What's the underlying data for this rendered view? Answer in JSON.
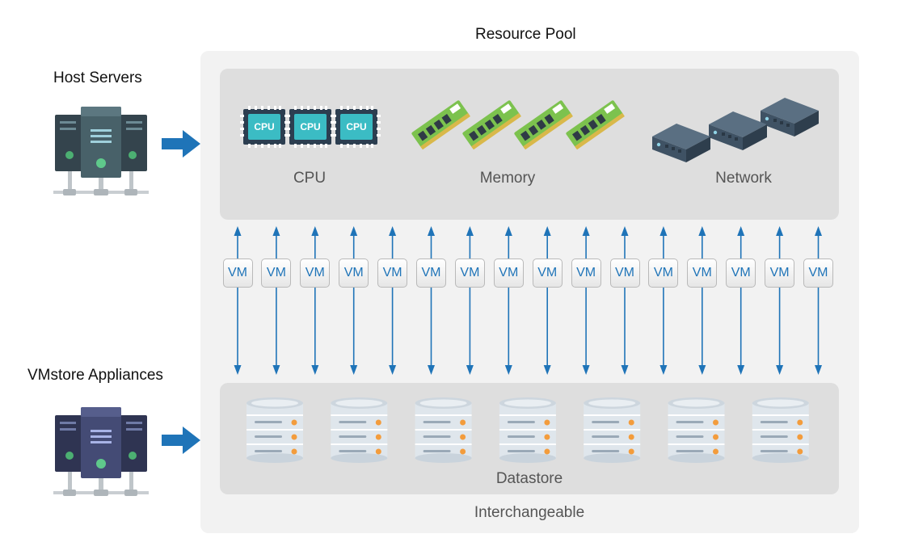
{
  "left": {
    "host_servers_label": "Host Servers",
    "vmstore_label": "VMstore Appliances"
  },
  "pool": {
    "title": "Resource Pool",
    "footer": "Interchangeable",
    "compute": {
      "cpu_label": "CPU",
      "memory_label": "Memory",
      "network_label": "Network",
      "chip_text": "CPU"
    },
    "datastore_label": "Datastore"
  },
  "vms": [
    "VM",
    "VM",
    "VM",
    "VM",
    "VM",
    "VM",
    "VM",
    "VM",
    "VM",
    "VM",
    "VM",
    "VM",
    "VM",
    "VM",
    "VM",
    "VM"
  ],
  "colors": {
    "arrow_blue": "#1f74b8",
    "chip_teal": "#3bbcc4",
    "ram_green": "#7cc24e",
    "switch_slate": "#3f5264",
    "host_server": "#3c4e58",
    "vmstore_server": "#34395e"
  },
  "icons": {
    "cpu": "cpu-chip-icon",
    "memory": "ram-module-icon",
    "network": "network-switch-icon",
    "storage": "database-cylinder-icon",
    "server": "server-rack-icon"
  }
}
